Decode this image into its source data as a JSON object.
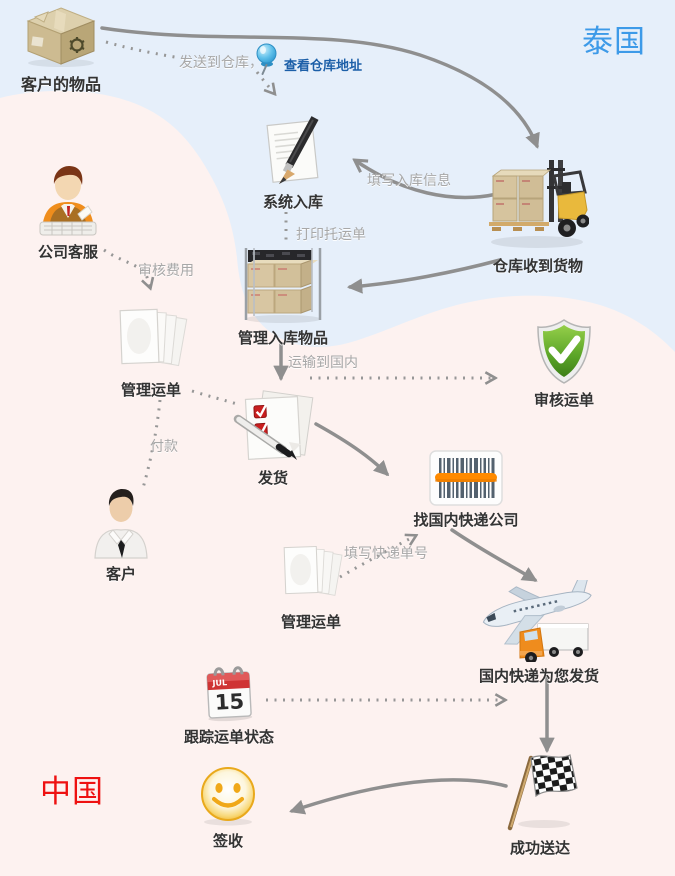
{
  "regions": {
    "thailand": {
      "label": "泰国",
      "color": "#3d9ae8"
    },
    "china": {
      "label": "中国",
      "color": "#ee1111"
    }
  },
  "nodes": {
    "customer_items": {
      "label": "客户的物品",
      "icon": "package-box-icon"
    },
    "system_inbound": {
      "label": "系统入库",
      "icon": "paper-pencil-icon"
    },
    "warehouse_received": {
      "label": "仓库收到货物",
      "icon": "forklift-icon"
    },
    "company_support": {
      "label": "公司客服",
      "icon": "support-agent-icon"
    },
    "manage_inbound_items": {
      "label": "管理入库物品",
      "icon": "shelf-boxes-icon"
    },
    "manage_waybills_1": {
      "label": "管理运单",
      "icon": "papers-stack-icon"
    },
    "review_waybill": {
      "label": "审核运单",
      "icon": "shield-check-icon"
    },
    "ship_goods": {
      "label": "发货",
      "icon": "checklist-pen-icon"
    },
    "customer": {
      "label": "客户",
      "icon": "customer-person-icon"
    },
    "find_courier": {
      "label": "找国内快递公司",
      "icon": "barcode-icon"
    },
    "manage_waybills_2": {
      "label": "管理运单",
      "icon": "papers-stack-icon"
    },
    "domestic_shipping": {
      "label": "国内快递为您发货",
      "icon": "plane-truck-icon"
    },
    "track_status": {
      "label": "跟踪运单状态",
      "icon": "calendar-icon"
    },
    "sign_receipt": {
      "label": "签收",
      "icon": "smiley-icon"
    },
    "delivered": {
      "label": "成功送达",
      "icon": "checkered-flag-icon"
    }
  },
  "edges": {
    "send_to_warehouse": "发送到仓库，",
    "view_warehouse_address": "查看仓库地址",
    "fill_inbound_info": "填写入库信息",
    "print_waybill": "打印托运单",
    "review_fee": "审核费用",
    "transport_to_domestic": "运输到国内",
    "payment": "付款",
    "fill_tracking_number": "填写快递单号"
  },
  "calendar": {
    "month": "JUL",
    "day": "15"
  },
  "colors": {
    "background_top": "#e6effa",
    "background_bottom": "#fdf2f0",
    "arrow": "#8f8f8f",
    "edge_label": "#a8a8a8",
    "node_label": "#333333",
    "link": "#1c5fa8",
    "shield_green": "#5aa427",
    "barcode_scan_line": "#ff8a00",
    "truck_orange": "#ef8c1d"
  }
}
